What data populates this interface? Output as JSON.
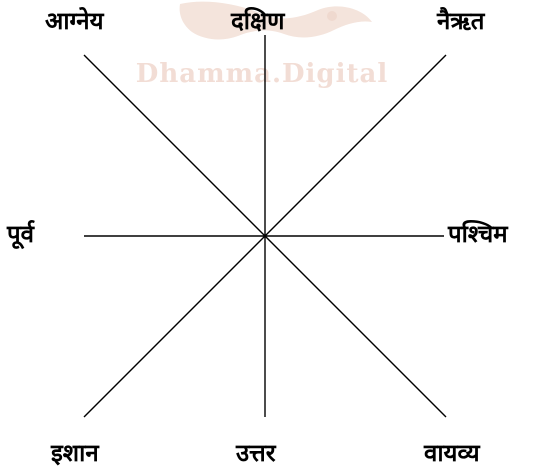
{
  "colors": {
    "lines": "#000000",
    "labels": "#000000",
    "watermark": "#f2ddd5",
    "watermark_logo": "#f4e4dc"
  },
  "watermark": {
    "text": "Dhamma.Digital"
  },
  "directions": {
    "agneya": "आग्नेय",
    "dakshin": "दक्षिण",
    "nairutya": "नैऋत",
    "purva": "पूर्व",
    "pashchim": "पश्चिम",
    "ishan": "इशान",
    "uttar": "उत्तर",
    "vayavya": "वायव्य"
  }
}
